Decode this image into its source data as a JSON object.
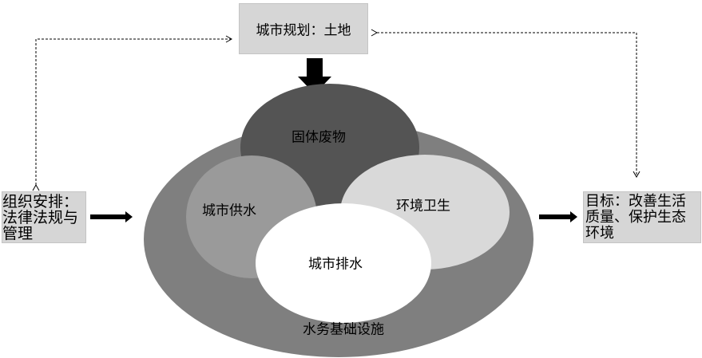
{
  "top_box": {
    "label": "城市规划：土地"
  },
  "left_box": {
    "lines": [
      "组织安排：",
      "法律法规与",
      "管理"
    ]
  },
  "right_box": {
    "lines": [
      "目标：改善生活",
      "质量、保护生态",
      "环境"
    ]
  },
  "center": {
    "outer": "水务基础设施",
    "solid_waste": "固体废物",
    "water_supply": "城市供水",
    "sanitation": "环境卫生",
    "drainage": "城市排水"
  },
  "colors": {
    "outer": "#7f7f7f",
    "solid_waste": "#545454",
    "water_supply": "#9a9a9a",
    "sanitation": "#d9d9d9",
    "drainage": "#ffffff",
    "box": "#d6d6d6"
  }
}
